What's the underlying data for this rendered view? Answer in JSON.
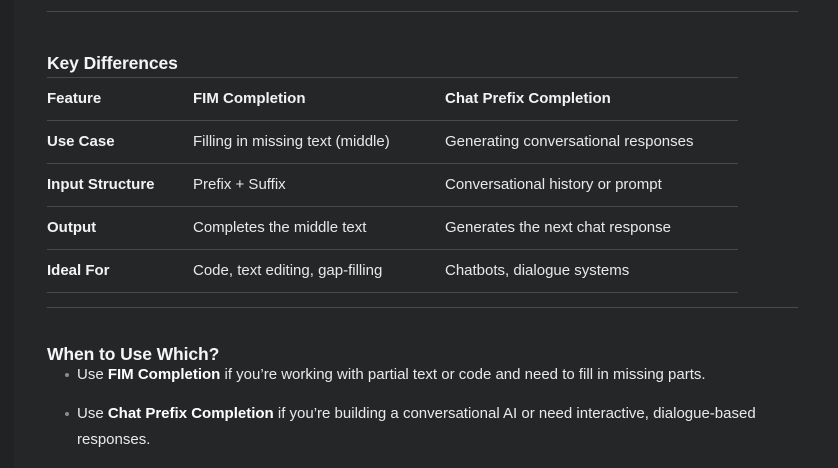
{
  "sections": {
    "key_differences": {
      "heading": "Key Differences",
      "table": {
        "columns": [
          "Feature",
          "FIM Completion",
          "Chat Prefix Completion"
        ],
        "rows": [
          [
            "Use Case",
            "Filling in missing text (middle)",
            "Generating conversational responses"
          ],
          [
            "Input Structure",
            "Prefix + Suffix",
            "Conversational history or prompt"
          ],
          [
            "Output",
            "Completes the middle text",
            "Generates the next chat response"
          ],
          [
            "Ideal For",
            "Code, text editing, gap-filling",
            "Chatbots, dialogue systems"
          ]
        ]
      }
    },
    "when_to_use": {
      "heading": "When to Use Which?",
      "bullets": [
        {
          "prefix": "Use ",
          "strong": "FIM Completion",
          "suffix": " if you’re working with partial text or code and need to fill in missing parts."
        },
        {
          "prefix": "Use ",
          "strong": "Chat Prefix Completion",
          "suffix": " if you’re building a conversational AI or need interactive, dialogue-based responses."
        }
      ]
    }
  },
  "theme": {
    "background": "#252628",
    "gutter": "#212224",
    "heading_color": "#f5f5f5",
    "body_color": "#e8e8e8",
    "rule_color": "#4a4b4d",
    "bullet_color": "#8a8b8d"
  }
}
